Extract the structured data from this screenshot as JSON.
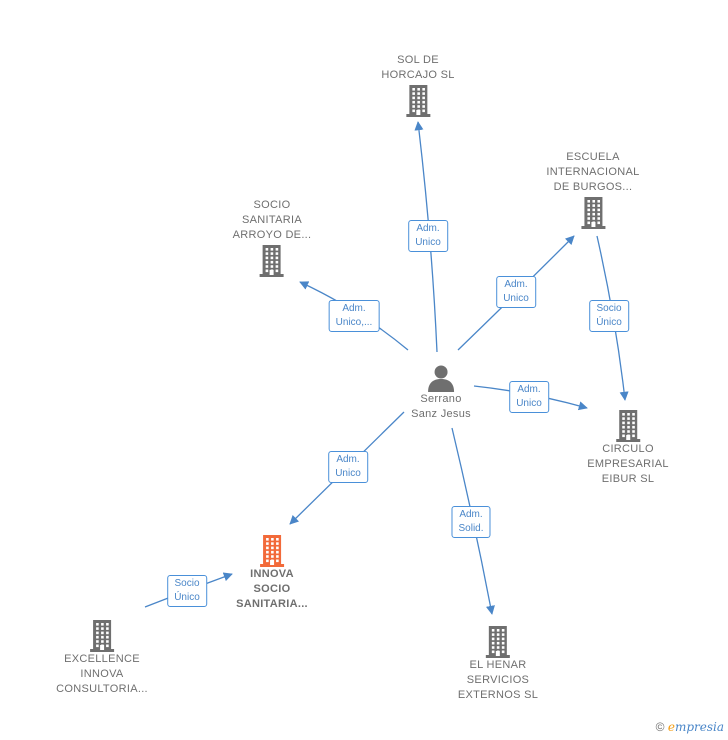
{
  "colors": {
    "edge": "#4a86c8",
    "company": "#6f6f6f",
    "focus_company": "#f26a3a",
    "person": "#6f6f6f"
  },
  "person": {
    "id": "person",
    "label": "Serrano\nSanz Jesus",
    "icon": "person-icon"
  },
  "companies": [
    {
      "id": "sol",
      "label": "SOL DE\nHORCAJO  SL",
      "icon": "building-icon"
    },
    {
      "id": "escuela",
      "label": "ESCUELA\nINTERNACIONAL\nDE BURGOS...",
      "icon": "building-icon"
    },
    {
      "id": "socio_arroyo",
      "label": "SOCIO\nSANITARIA\nARROYO DE...",
      "icon": "building-icon"
    },
    {
      "id": "circulo",
      "label": "CIRCULO\nEMPRESARIAL\nEIBUR  SL",
      "icon": "building-icon"
    },
    {
      "id": "innova",
      "label": "INNOVA\nSOCIO\nSANITARIA...",
      "icon": "building-icon",
      "focus": true
    },
    {
      "id": "excellence",
      "label": "EXCELLENCE\nINNOVA\nCONSULTORIA...",
      "icon": "building-icon"
    },
    {
      "id": "henar",
      "label": "EL HENAR\nSERVICIOS\nEXTERNOS SL",
      "icon": "building-icon"
    }
  ],
  "edges": [
    {
      "id": "e_sol",
      "from": "person",
      "to": "sol",
      "label": "Adm.\nUnico"
    },
    {
      "id": "e_escuela",
      "from": "person",
      "to": "escuela",
      "label": "Adm.\nUnico"
    },
    {
      "id": "e_arroyo",
      "from": "person",
      "to": "socio_arroyo",
      "label": "Adm.\nUnico,..."
    },
    {
      "id": "e_circulo",
      "from": "person",
      "to": "circulo",
      "label": "Adm.\nUnico"
    },
    {
      "id": "e_esc_circ",
      "from": "escuela",
      "to": "circulo",
      "label": "Socio\nÚnico"
    },
    {
      "id": "e_innova",
      "from": "person",
      "to": "innova",
      "label": "Adm.\nUnico"
    },
    {
      "id": "e_henar",
      "from": "person",
      "to": "henar",
      "label": "Adm.\nSolid."
    },
    {
      "id": "e_exc_innova",
      "from": "excellence",
      "to": "innova",
      "label": "Socio\nÚnico"
    }
  ],
  "footer": {
    "copyright": "©",
    "brand_first": "e",
    "brand_rest": "mpresia"
  }
}
